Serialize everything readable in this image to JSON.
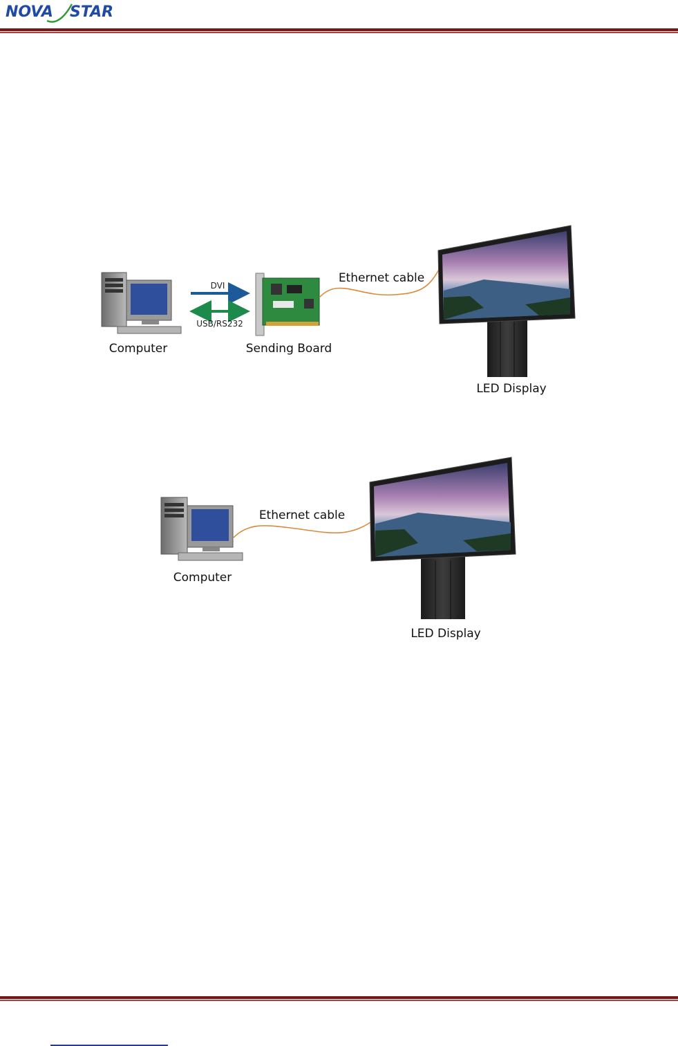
{
  "header": {
    "logo_part1": "NOVA",
    "logo_part2": "STAR",
    "brand_colors": {
      "blue": "#1f4ba5",
      "green": "#2f9a3a",
      "rule": "#8b1a1a"
    }
  },
  "diagram1": {
    "computer_label": "Computer",
    "dvi_label": "DVI",
    "usb_label": "USB/RS232",
    "board_label": "Sending Board",
    "cable_label": "Ethernet cable",
    "display_label": "LED Display",
    "arrow_colors": {
      "dvi": "#1d5a9a",
      "usb": "#1c8a4a"
    }
  },
  "diagram2": {
    "computer_label": "Computer",
    "cable_label": "Ethernet cable",
    "display_label": "LED Display"
  }
}
